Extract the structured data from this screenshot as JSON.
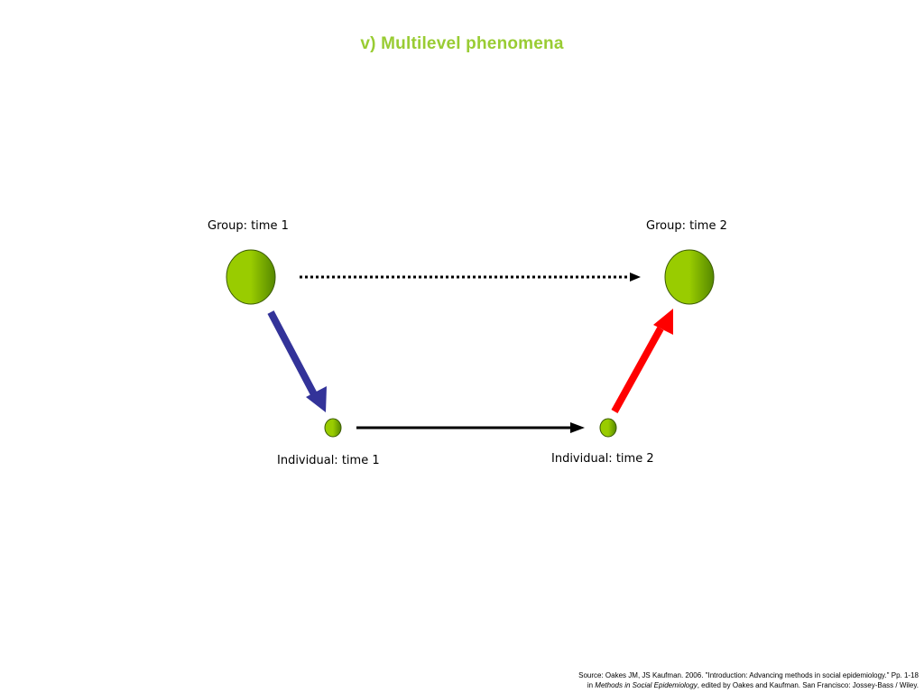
{
  "title": "v)  Multilevel phenomena",
  "colors": {
    "title": "#99cc33",
    "node_light": "#99cc00",
    "node_dark": "#558800",
    "node_stroke": "#3a5a00",
    "arrow_down": "#333399",
    "arrow_up": "#ff0000",
    "arrow_individual": "#000000",
    "arrow_group_dotted": "#000000"
  },
  "nodes": {
    "group_time1": "Group: time 1",
    "group_time2": "Group: time 2",
    "individual_time1": "Individual: time 1",
    "individual_time2": "Individual: time 2"
  },
  "source": {
    "line1": "Source: Oakes JM, JS Kaufman. 2006. \"Introduction: Advancing methods in social epidemiology.\" Pp. 1-18",
    "line2_prefix": "in ",
    "line2_book": "Methods in Social Epidemiology",
    "line2_suffix": ", edited by Oakes and Kaufman. San Francisco: Jossey-Bass / Wiley."
  }
}
